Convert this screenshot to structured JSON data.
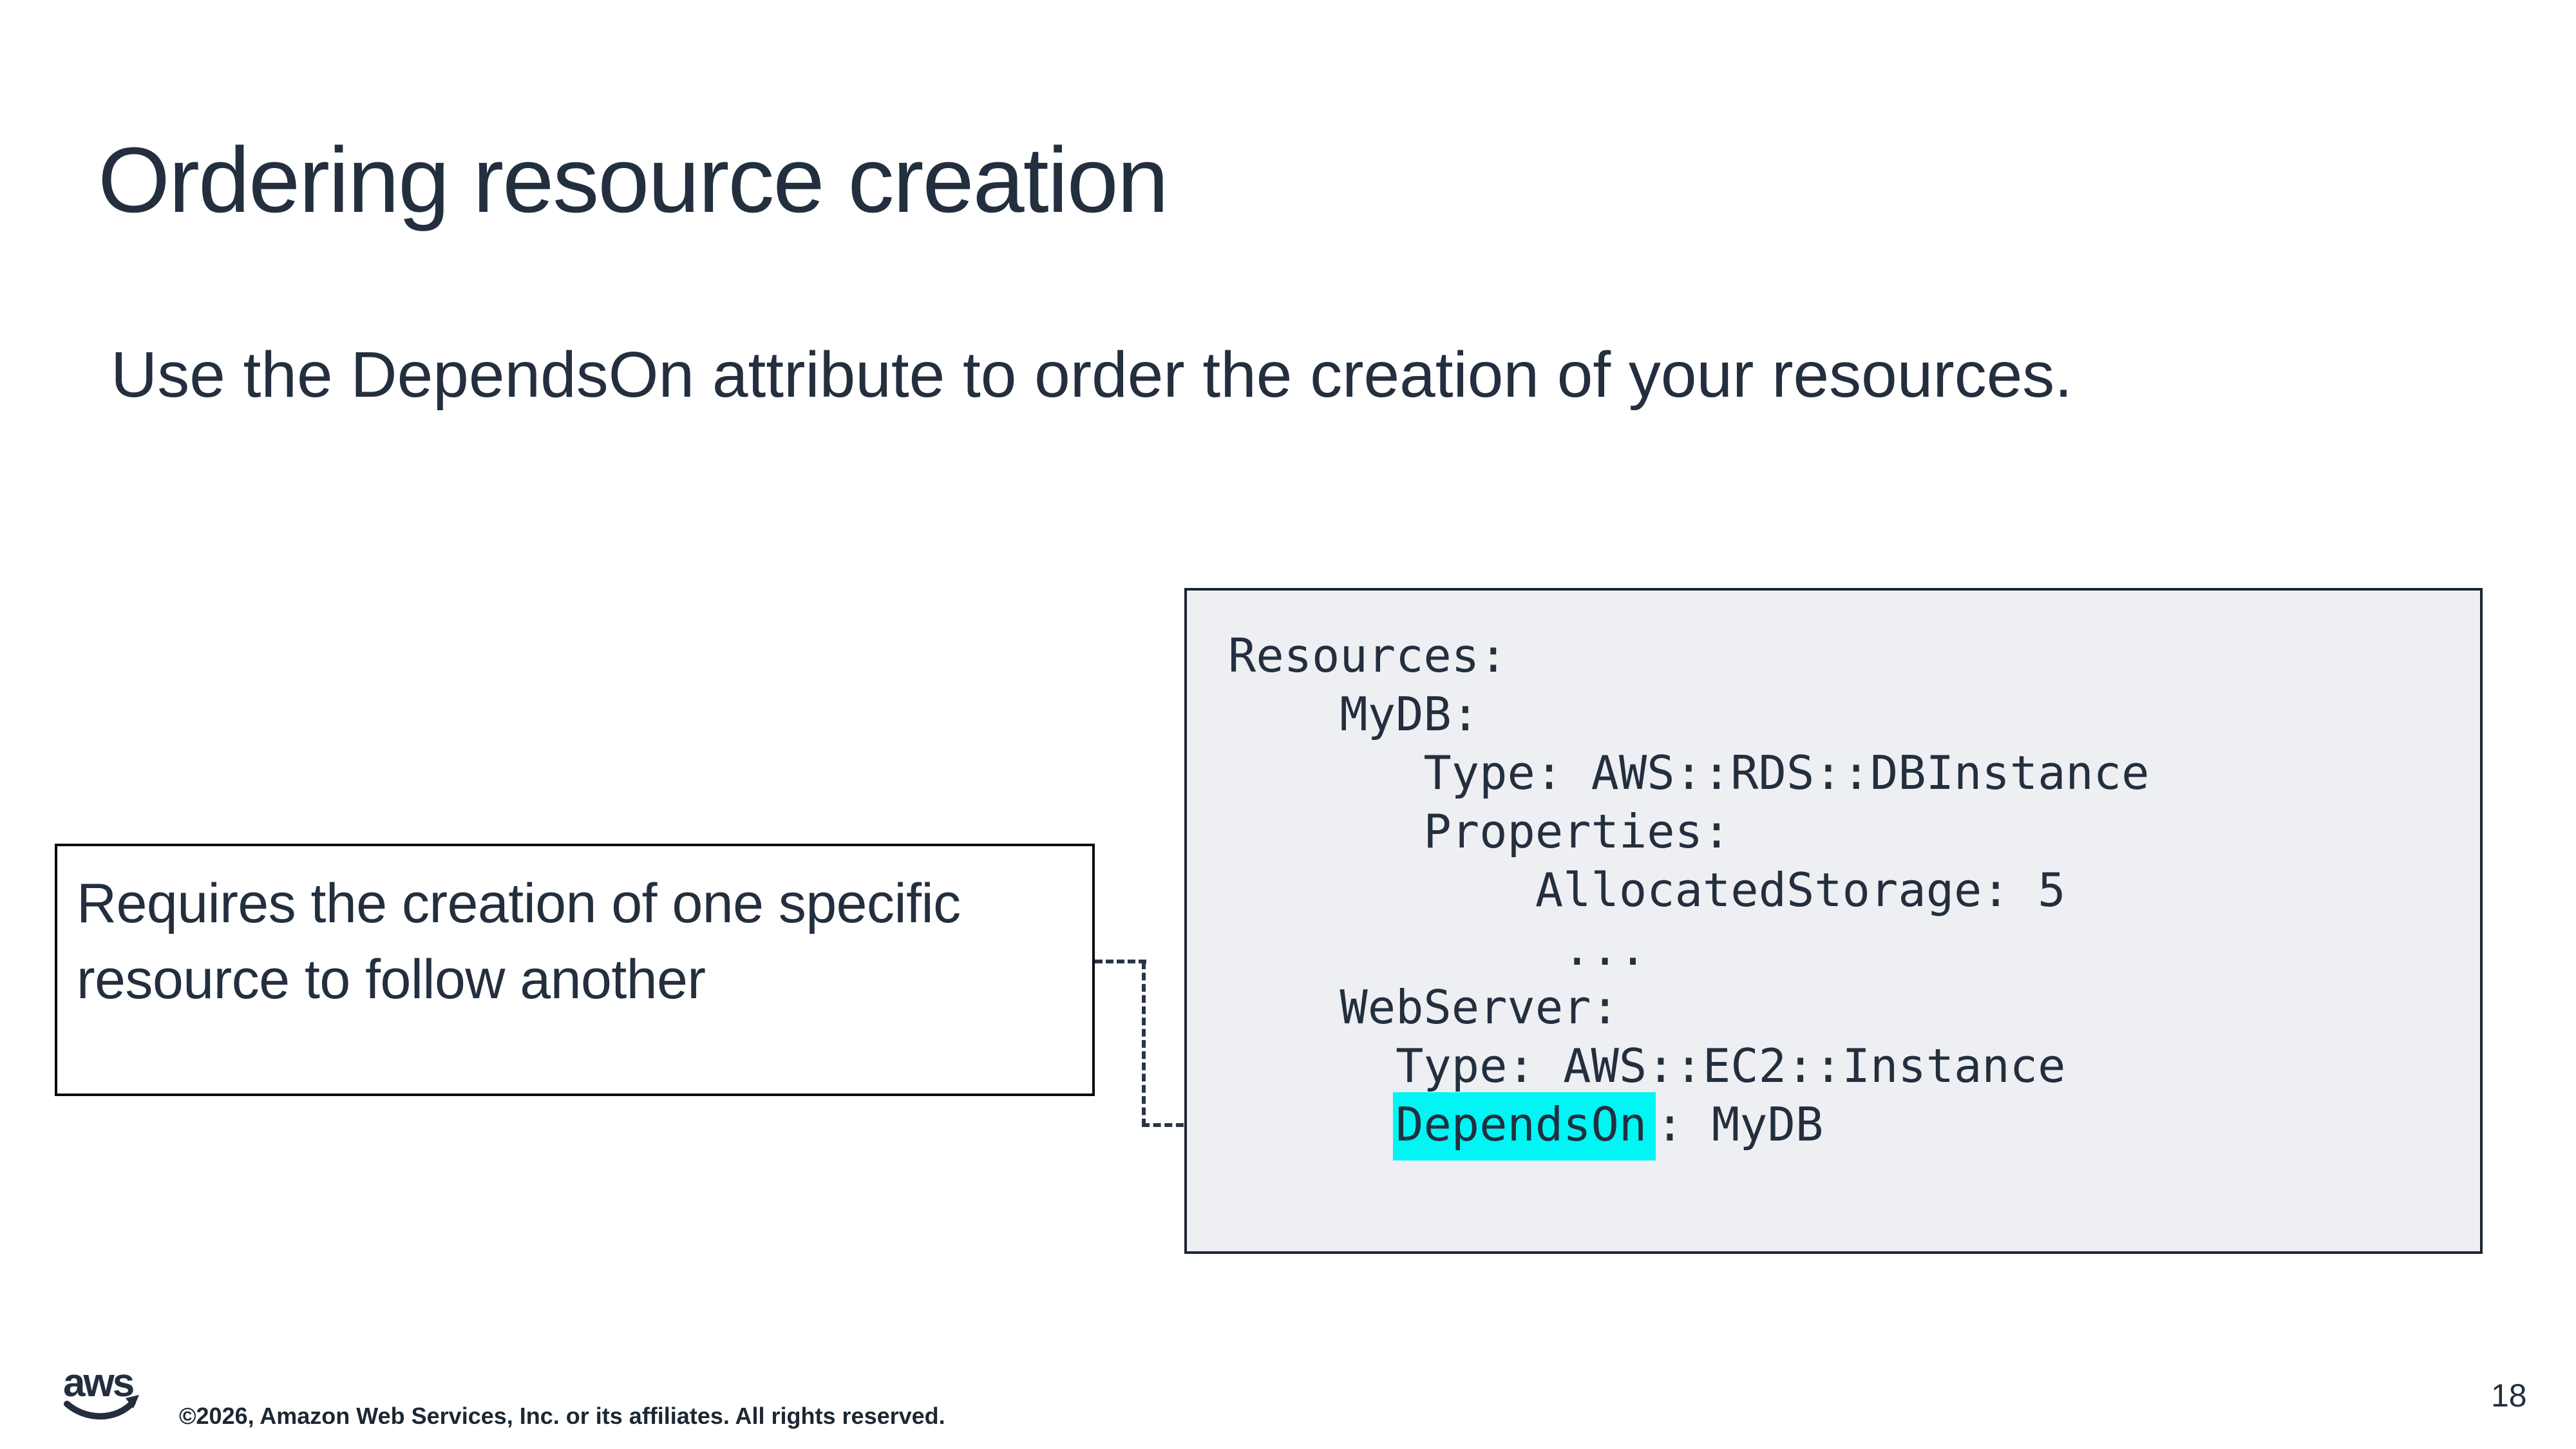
{
  "slide": {
    "title": "Ordering resource creation",
    "subtitle": "Use the DependsOn attribute to order the creation of your resources.",
    "page_number": "18"
  },
  "callout": {
    "lines": [
      "Requires the creation of one specific",
      "resource to follow another"
    ]
  },
  "code": {
    "lines": [
      {
        "pre": "Resources:",
        "hl": "",
        "post": ""
      },
      {
        "pre": "    MyDB:",
        "hl": "",
        "post": ""
      },
      {
        "pre": "       Type: AWS::RDS::DBInstance",
        "hl": "",
        "post": ""
      },
      {
        "pre": "       Properties:",
        "hl": "",
        "post": ""
      },
      {
        "pre": "           AllocatedStorage: 5",
        "hl": "",
        "post": ""
      },
      {
        "pre": "            ...",
        "hl": "",
        "post": ""
      },
      {
        "pre": "    WebServer:",
        "hl": "",
        "post": ""
      },
      {
        "pre": "      Type: AWS::EC2::Instance",
        "hl": "",
        "post": ""
      },
      {
        "pre": "      ",
        "hl": "DependsOn",
        "post": ": MyDB"
      }
    ]
  },
  "footer": {
    "logo_text": "aws",
    "copyright": "©2026, Amazon Web Services, Inc. or its affiliates. All rights reserved."
  },
  "colors": {
    "ink": "#232F3E",
    "highlight": "#00F5F5",
    "code_background": "#EDEFF3",
    "code_border": "#1B2530",
    "callout_border": "#0B0B0B",
    "connector": "#2A3645"
  }
}
